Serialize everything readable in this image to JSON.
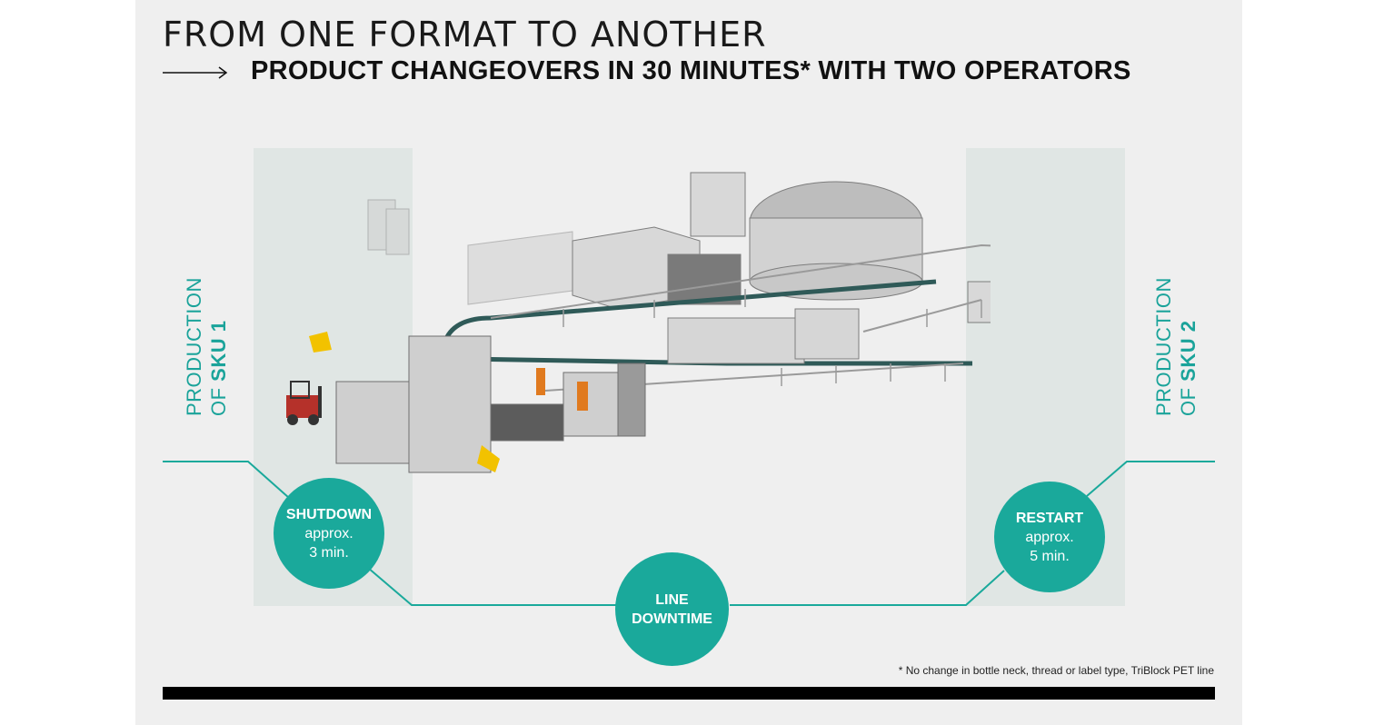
{
  "header": {
    "title": "FROM ONE FORMAT TO ANOTHER",
    "subtitle": "PRODUCT CHANGEOVERS IN 30 MINUTES* WITH TWO OPERATORS"
  },
  "left_label": {
    "line1": "PRODUCTION",
    "line2_prefix": "OF ",
    "line2_bold": "SKU 1"
  },
  "right_label": {
    "line1": "PRODUCTION",
    "line2_prefix": "OF ",
    "line2_bold": "SKU 2"
  },
  "steps": {
    "shutdown": {
      "title": "SHUTDOWN",
      "line2": "approx.",
      "line3": "3 min."
    },
    "downtime": {
      "title": "LINE",
      "line2": "DOWNTIME"
    },
    "restart": {
      "title": "RESTART",
      "line2": "approx.",
      "line3": "5 min."
    }
  },
  "footnote": "* No change in bottle neck, thread or label type, TriBlock PET line",
  "colors": {
    "accent": "#1aa99b",
    "band": "#dde4e2",
    "background": "#efefef",
    "bar": "#000000"
  },
  "illustration": "production-line-machine-illustration"
}
